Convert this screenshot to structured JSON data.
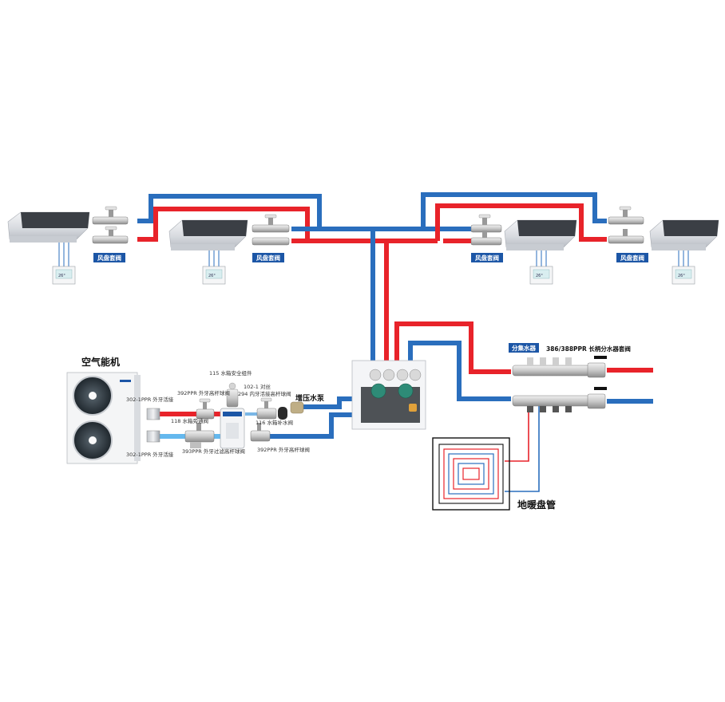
{
  "labels": {
    "fan_coil_valve": "风盘套阀",
    "air_source_unit": "空气能机",
    "booster_pump": "增压水泵",
    "manifold": "分集水器",
    "manifold_valve": "386/388PPR 长柄分水器套阀",
    "floor_heating_coil": "地暖盘管",
    "l_302_top": "302-1PPR 外牙活接",
    "l_302_bottom": "302-1PPR 外牙活接",
    "l_392_top": "392PPR 外牙高杆球阀",
    "l_118": "118 水箱旁通阀",
    "l_393": "393PPR 外牙过滤高杆球阀",
    "l_115": "115 水箱安全组件",
    "l_102": "102-1 对丝",
    "l_294": "294 内牙活接高杆球阀",
    "l_116": "116 水箱补水阀",
    "l_392_bottom": "392PPR 外牙高杆球阀"
  },
  "colors": {
    "supply_pipe": "#e8232a",
    "return_pipe": "#2a6ebd",
    "tag_bg": "#1c56a6"
  },
  "icons": {
    "fan_coil": "fan-coil-unit-icon",
    "thermostat": "thermostat-panel-icon",
    "valve": "ball-valve-icon",
    "outdoor_unit": "heat-pump-outdoor-unit-icon",
    "tank": "water-tank-icon",
    "pump_module": "hydraulic-module-icon",
    "manifold": "manifold-icon",
    "coil": "floor-heating-coil-icon"
  }
}
